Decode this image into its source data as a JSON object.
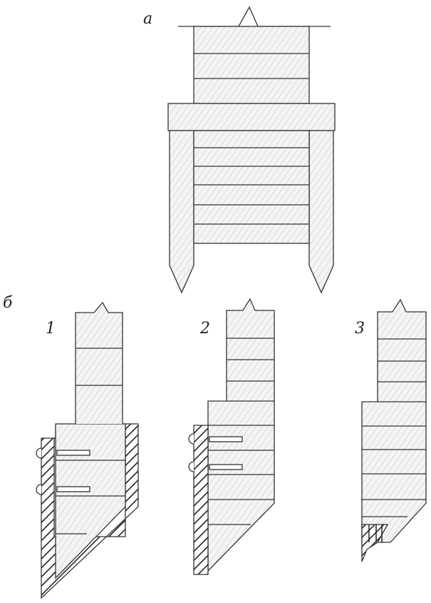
{
  "labels": {
    "part_a": "а",
    "part_b": "б",
    "variant_1": "1",
    "variant_2": "2",
    "variant_3": "3"
  },
  "colors": {
    "stroke": "#333333",
    "brick_fill": "#f2f2f2",
    "brick_hatch": "#b8b8b8",
    "cross_hatch": "#222222"
  }
}
